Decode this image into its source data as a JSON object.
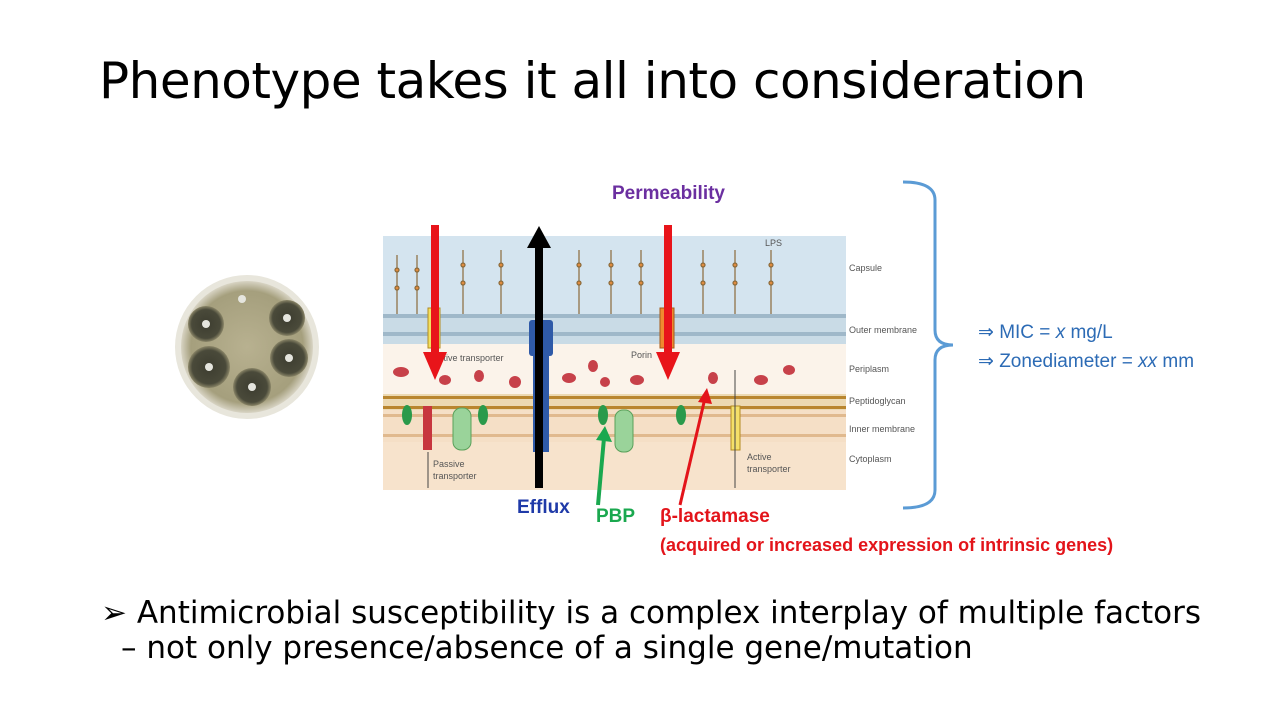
{
  "slide": {
    "title": "Phenotype takes it all into consideration"
  },
  "diagram": {
    "top_label": "Permeability",
    "bottom_labels": {
      "efflux": "Efflux",
      "pbp": "PBP",
      "beta_lactamase": "β-lactamase",
      "beta_lactamase_note": "(acquired or increased expression of intrinsic genes)"
    },
    "layers": [
      "Capsule",
      "Outer membrane",
      "Periplasm",
      "Peptidoglycan",
      "Inner membrane",
      "Cytoplasm"
    ],
    "inline_labels": {
      "lps": "LPS",
      "active_transporter_top": "Active transporter",
      "porin": "Porin",
      "passive_transporter_line1": "Passive",
      "passive_transporter_line2": "transporter",
      "active_transporter_bottom_line1": "Active",
      "active_transporter_bottom_line2": "transporter"
    },
    "colors": {
      "permeability": "#6b2fa0",
      "efflux": "#1f3aa8",
      "pbp": "#1aa84f",
      "beta_lactamase": "#e3141a",
      "bracket": "#5b9bd5"
    }
  },
  "result": {
    "mic_line": "⇒ MIC = x mg/L",
    "zone_line": "⇒ Zonediameter = xx mm"
  },
  "bullet": {
    "marker": "➢",
    "line1": "Antimicrobial susceptibility is a complex interplay of multiple factors",
    "line2": "– not only presence/absence of a single gene/mutation"
  }
}
